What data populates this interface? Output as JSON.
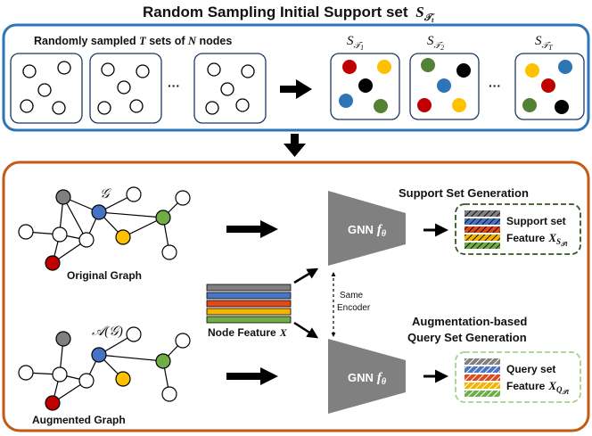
{
  "top": {
    "title": "Random Sampling Initial Support set",
    "title_symbol": "S",
    "title_sub": "𝒯",
    "title_subsub": "t",
    "panel_caption_pre": "Randomly sampled ",
    "panel_caption_T": "T",
    "panel_caption_mid": " sets of ",
    "panel_caption_N": "N",
    "panel_caption_post": " nodes",
    "ellipsis": "···",
    "set_labels": [
      {
        "sym": "S",
        "sub": "𝒯",
        "subsub": "1"
      },
      {
        "sym": "S",
        "sub": "𝒯",
        "subsub": "2"
      },
      {
        "sym": "S",
        "sub": "𝒯",
        "subsub": "T"
      }
    ]
  },
  "graph": {
    "original_symbol": "𝒢",
    "original_label": "Original Graph",
    "augmented_symbol": "𝒜(𝒢)",
    "augmented_label": "Augmented Graph"
  },
  "feature": {
    "label": "Node Feature",
    "symbol": "X",
    "bar_colors": [
      "#808080",
      "#4a74c4",
      "#e0481e",
      "#f4b400",
      "#70ad47"
    ]
  },
  "encoder": {
    "label": "GNN",
    "symbol": "f",
    "sub": "θ",
    "shared_line1": "Same",
    "shared_line2": "Encoder"
  },
  "support": {
    "heading": "Support Set Generation",
    "line1": "Support set",
    "line2": "Feature",
    "feature_symbol": "X",
    "feature_sub": "S",
    "feature_subsub": "𝒯t"
  },
  "query": {
    "heading_line1": "Augmentation-based",
    "heading_line2": "Query Set Generation",
    "line1": "Query set",
    "line2": "Feature",
    "feature_symbol": "X",
    "feature_sub": "Q",
    "feature_subsub": "𝒯t"
  },
  "colors": {
    "top_frame": "#2e75b6",
    "bottom_frame": "#c55a11",
    "gray": "#7f7f7f",
    "blue": "#4472c4",
    "red": "#c00000",
    "orange_red": "#d9380f",
    "yellow": "#ffc000",
    "green": "#70ad47",
    "black": "#000000",
    "gnn_fill": "#808080",
    "support_border": "#375623",
    "query_border": "#a9d08e"
  }
}
